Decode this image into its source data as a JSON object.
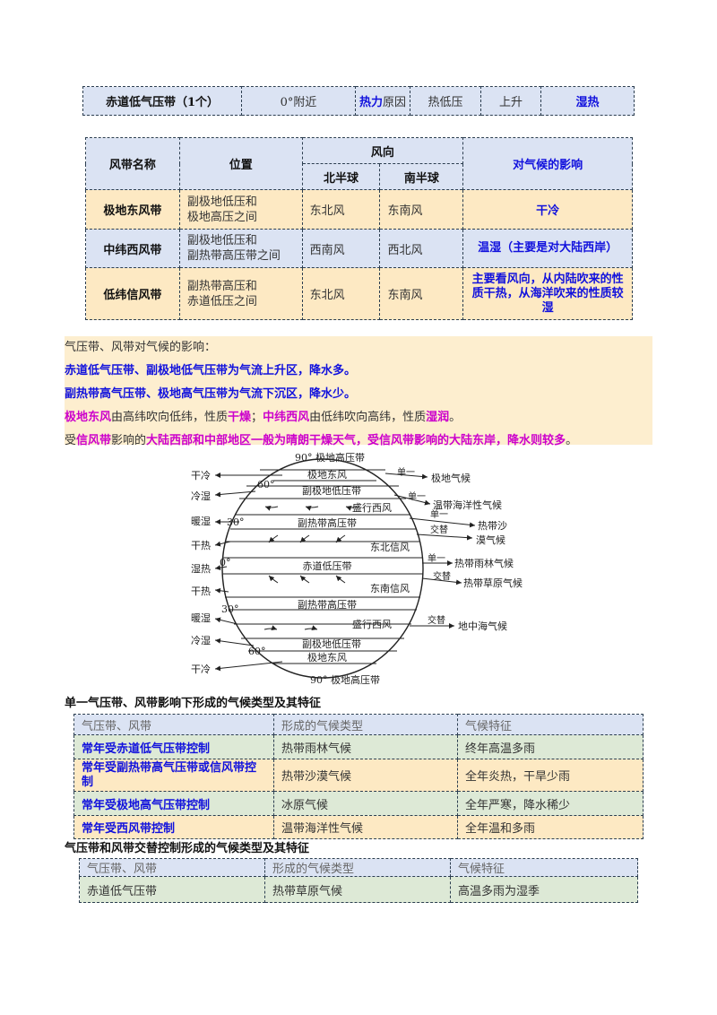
{
  "top_row": {
    "name": "赤道低气压带（1个）",
    "position": "0°附近",
    "cause_bold": "热力",
    "cause_rest": "原因",
    "type": "热低压",
    "motion": "上升",
    "climate": "湿热"
  },
  "wind_table": {
    "headers": {
      "name": "风带名称",
      "position": "位置",
      "direction": "风向",
      "north": "北半球",
      "south": "南半球",
      "influence": "对气候的影响"
    },
    "rows": [
      {
        "name": "极地东风带",
        "pos1": "副极地低压和",
        "pos2": "极地高压之间",
        "north": "东北风",
        "south": "东南风",
        "influence": "干冷"
      },
      {
        "name": "中纬西风带",
        "pos1": "副极地低压和",
        "pos2": "副热带高压带之间",
        "north": "西南风",
        "south": "西北风",
        "influence": "温湿（主要是对大陆西岸）"
      },
      {
        "name": "低纬信风带",
        "pos1": "副热带高压和",
        "pos2": "赤道低压之间",
        "north": "东北风",
        "south": "东南风",
        "influence": "主要看风向，从内陆吹来的性质干热，从海洋吹来的性质较湿"
      }
    ]
  },
  "notes": {
    "title": "气压带、风带对气候的影响：",
    "line1": "赤道低气压带、副极地低气压带为气流上升区，降水多。",
    "line2": "副热带高气压带、极地高气压带为气流下沉区，降水少。",
    "line3": {
      "a": "极地东风",
      "b": "由高纬吹向低纬，性质",
      "c": "干燥",
      "d": "；",
      "e": "中纬西风",
      "f": "由低纬吹向高纬，性质",
      "g": "湿润",
      "h": "。"
    },
    "line4": {
      "a": "受",
      "b": "信风带",
      "c": "影响的",
      "d": "大陆西部和中部地区一般为晴朗干燥天气，受信风带影响的大陆东岸，降水则较多",
      "e": "。"
    }
  },
  "diagram": {
    "belts": [
      "极地东风",
      "副极地低压带",
      "盛行西风",
      "副热带高压带",
      "东北信风",
      "赤道低压带",
      "东南信风",
      "副热带高压带",
      "盛行西风",
      "副极地低压带",
      "极地东风"
    ],
    "top_label": "90° 极地高压带",
    "bottom_label": "90° 极地高压带",
    "lat_labels": [
      "60°",
      "30°",
      "0°",
      "30°",
      "60°"
    ],
    "left_labels": [
      "干冷",
      "冷湿",
      "暖湿",
      "干热",
      "湿热",
      "干热",
      "暖湿",
      "冷湿",
      "干冷"
    ],
    "right_labels": [
      "极地气候",
      "温带海洋性气候",
      "热带沙",
      "漠气候",
      "热带雨林气候",
      "热带草原气候",
      "地中海气候"
    ],
    "right_tags": [
      "单一",
      "单一",
      "单一",
      "交替",
      "单一",
      "交替",
      "交替"
    ]
  },
  "single_section": {
    "title": "单一气压带、风带影响下形成的气候类型及其特征",
    "headers": [
      "气压带、风带",
      "形成的气候类型",
      "气候特征"
    ],
    "rows": [
      {
        "belt": "常年受赤道低气压带控制",
        "type": "热带雨林气候",
        "feature": "终年高温多雨"
      },
      {
        "belt": "常年受副热带高气压带或信风带控制",
        "type": "热带沙漠气候",
        "feature": "全年炎热，干旱少雨"
      },
      {
        "belt": "常年受极地高气压带控制",
        "type": "冰原气候",
        "feature": "全年严寒，降水稀少"
      },
      {
        "belt": "常年受西风带控制",
        "type": "温带海洋性气候",
        "feature": "全年温和多雨"
      }
    ]
  },
  "alt_section": {
    "title": "气压带和风带交替控制形成的气候类型及其特征",
    "headers": [
      "气压带、风带",
      "形成的气候类型",
      "气候特征"
    ],
    "rows": [
      {
        "belt": "赤道低气压带",
        "type": "热带草原气候",
        "feature": "高温多雨为湿季"
      }
    ]
  }
}
